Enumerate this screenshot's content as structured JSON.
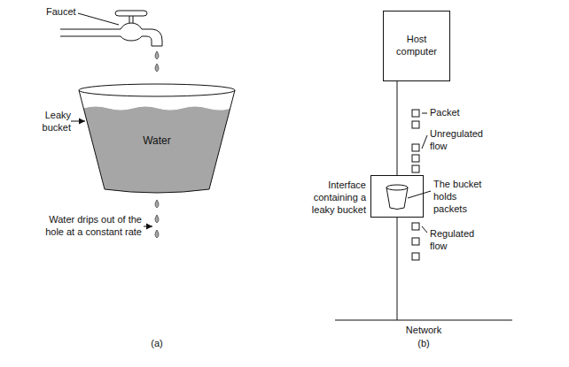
{
  "diagram": {
    "nodes": [
      {
        "text": [
          "Water"
        ]
      },
      {
        "text": [
          "Host computer"
        ]
      },
      {
        "text": [
          "Interface containing a leaky bucket"
        ]
      }
    ],
    "edges": [
      {
        "from": 1,
        "to": 2,
        "arrow": "none"
      }
    ],
    "labels": [
      "Faucet",
      "Leaky bucket",
      "Water drips out of the hole at a constant rate",
      "(a)",
      "Packet",
      "Unregulated flow",
      "The bucket holds packets",
      "Regulated flow",
      "Network",
      "(b)"
    ]
  }
}
